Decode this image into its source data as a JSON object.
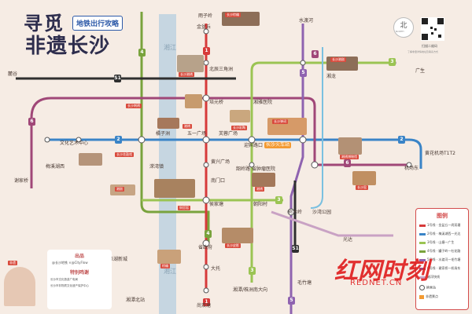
{
  "title": {
    "line1": "寻觅",
    "line2": "非遗长沙",
    "subtitle": "地铁出行攻略"
  },
  "north": {
    "label": "北",
    "sub": "NORTH"
  },
  "qr": {
    "label": "扫描二维码",
    "desc": "了解非遗详情地址及联系方式"
  },
  "river": {
    "name": "湘江"
  },
  "line_colors": {
    "1": "#d73a3a",
    "2": "#3a84c7",
    "3": "#9bc453",
    "4": "#79a33d",
    "5": "#8f63b0",
    "6": "#a04778",
    "shuttle": "#c9a2c4"
  },
  "line_badges": [
    {
      "text": "4",
      "color": "#79a33d"
    },
    {
      "text": "1",
      "color": "#d73a3a"
    },
    {
      "text": "6",
      "color": "#a04778"
    },
    {
      "text": "6",
      "color": "#a04778"
    },
    {
      "text": "2",
      "color": "#3a84c7"
    },
    {
      "text": "2",
      "color": "#3a84c7"
    },
    {
      "text": "3",
      "color": "#9bc453"
    },
    {
      "text": "5",
      "color": "#8f63b0"
    },
    {
      "text": "4",
      "color": "#79a33d"
    },
    {
      "text": "1",
      "color": "#d73a3a"
    },
    {
      "text": "3",
      "color": "#9bc453"
    },
    {
      "text": "5",
      "color": "#8f63b0"
    },
    {
      "text": "6",
      "color": "#a04778"
    },
    {
      "text": "3",
      "color": "#9bc453"
    },
    {
      "text": "S1",
      "color": "#2f2f2f"
    },
    {
      "text": "S1",
      "color": "#2f2f2f"
    }
  ],
  "stations": [
    {
      "name": "雨子岭"
    },
    {
      "name": "金盆丘"
    },
    {
      "name": "北辰三角洲"
    },
    {
      "name": "培元桥"
    },
    {
      "name": "湘雅医院"
    },
    {
      "name": "文化艺术中心"
    },
    {
      "name": "梅溪湖西"
    },
    {
      "name": "麓谷"
    },
    {
      "name": "谢家桥"
    },
    {
      "name": "橘子洲"
    },
    {
      "name": "五一广场"
    },
    {
      "name": "芙蓉广场"
    },
    {
      "name": "迎宾路口"
    },
    {
      "name": "长沙火车站"
    },
    {
      "name": "黄兴广场"
    },
    {
      "name": "韶岭路"
    },
    {
      "name": "省肿瘤医院"
    },
    {
      "name": "溁湾镇"
    },
    {
      "name": "南门口"
    },
    {
      "name": "侯家塘"
    },
    {
      "name": "朝阳村"
    },
    {
      "name": "树木岭"
    },
    {
      "name": "沙湾公园"
    },
    {
      "name": "湘龙"
    },
    {
      "name": "广生"
    },
    {
      "name": "黄花机场T1T2"
    },
    {
      "name": "机场东"
    },
    {
      "name": "泽湖新城"
    },
    {
      "name": "省政府"
    },
    {
      "name": "大托"
    },
    {
      "name": "尚双塘"
    },
    {
      "name": "湘潭北站"
    },
    {
      "name": "毛竹塘"
    },
    {
      "name": "光达"
    },
    {
      "name": "水渡河"
    },
    {
      "name": "湘潭/株洲南大向"
    },
    {
      "name": "梅溪湖西"
    }
  ],
  "pins": [
    "长沙棕编",
    "长沙湘绣",
    "长沙刺绣",
    "湘绣",
    "长沙彩陶",
    "长沙弹词",
    "长沙湘剧",
    "湘绣博物馆",
    "长沙窑",
    "长沙花鼓戏",
    "铜官窑",
    "湘剧",
    "长沙皮影",
    "棕编",
    "湘绣",
    "非遗"
  ],
  "legend": {
    "title": "图例",
    "items": [
      {
        "label": "1号线 · 金盆丘一尚双塘",
        "color": "#d73a3a"
      },
      {
        "label": "2号线 · 梅溪湖西一光达",
        "color": "#3a84c7"
      },
      {
        "label": "3号线 · 山塘一广生",
        "color": "#9bc453"
      },
      {
        "label": "4号线 · 罐子岭一杜花路",
        "color": "#79a33d"
      },
      {
        "label": "5号线 · 水渡河一毛竹塘",
        "color": "#8f63b0"
      },
      {
        "label": "6号线 · 谢家桥一机场东",
        "color": "#a04778"
      },
      {
        "label": "磁浮快线",
        "color": "#c9a2c4"
      },
      {
        "label": "换乘站",
        "color": "#ffffff"
      },
      {
        "label": "非遗景点",
        "color": "#f39a32"
      }
    ]
  },
  "producer": {
    "title": "出品",
    "line": "@长沙地铁 ×@CityFlow",
    "thanks_title": "特别鸣谢",
    "thanks_line1": "长沙市文化旅游广电局",
    "thanks_line2": "长沙市非物质文化遗产保护中心"
  },
  "watermark": {
    "main": "红网时刻",
    "sub": "REDNET.CN"
  }
}
